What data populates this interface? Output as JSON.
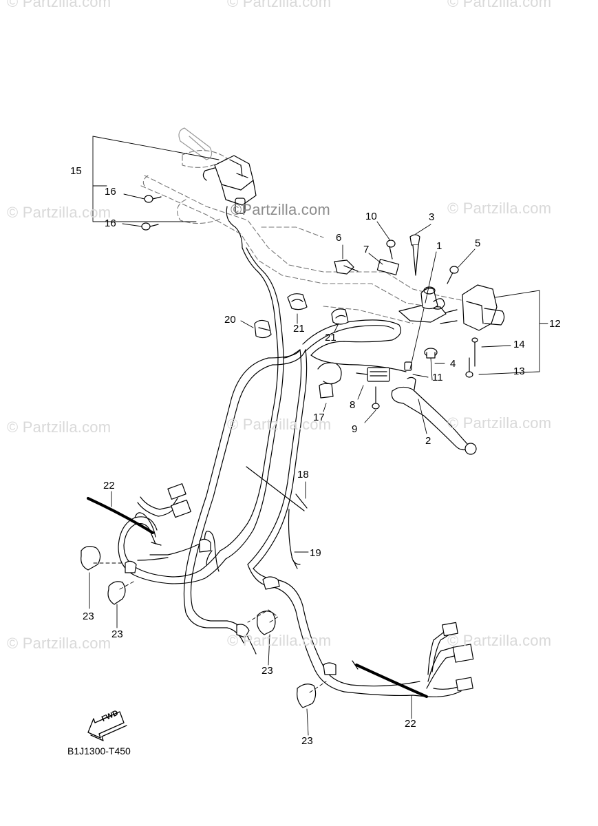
{
  "watermark": {
    "text": "© Partzilla.com",
    "center_text": "©Partzilla.com"
  },
  "catalog_code": "B1J1300-T450",
  "direction_label": "FWD",
  "callouts": {
    "c15": "15",
    "c16a": "16",
    "c16b": "16",
    "c10": "10",
    "c3": "3",
    "c6": "6",
    "c7": "7",
    "c1": "1",
    "c5": "5",
    "c12": "12",
    "c14": "14",
    "c13": "13",
    "c4": "4",
    "c11": "11",
    "c2": "2",
    "c20": "20",
    "c21a": "21",
    "c21b": "21",
    "c17": "17",
    "c8": "8",
    "c9": "9",
    "c18": "18",
    "c19": "19",
    "c22a": "22",
    "c22b": "22",
    "c23a": "23",
    "c23b": "23",
    "c23c": "23",
    "c23d": "23"
  }
}
